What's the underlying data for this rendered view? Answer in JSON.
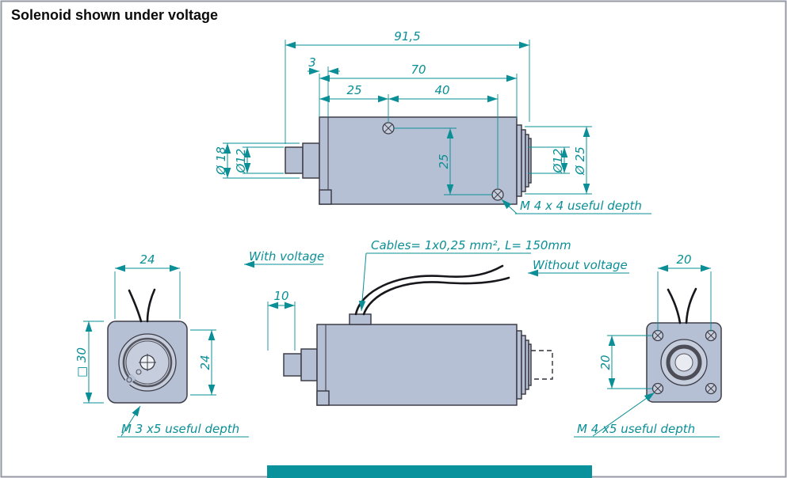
{
  "title": "Solenoid shown under voltage",
  "colors": {
    "dimension_accent": "#0a8f96",
    "body_fill": "#b6c0d4",
    "outline": "#3e3e48",
    "footer_bar": "#0a929c"
  },
  "top_view": {
    "overall_length": "91,5",
    "plate_thickness": "3",
    "body_length": "70",
    "screw_offset": "25",
    "screw_spacing": "40",
    "shaft_diameter": "Ø 18",
    "plunger_diameter": "Ø12",
    "vertical_screw_spacing": "25",
    "bore_diameter": "Ø12",
    "end_diameter": "Ø 25",
    "thread_note": "M 4 x 4 useful depth"
  },
  "front_view": {
    "width": "24",
    "square_size": "□ 30",
    "height": "24",
    "thread_note": "M 3 x5 useful depth"
  },
  "side_view": {
    "with_voltage": "With voltage",
    "stroke": "10",
    "cable_note": "Cables= 1x0,25 mm², L= 150mm",
    "without_voltage": "Without voltage"
  },
  "back_view": {
    "width": "20",
    "height": "20",
    "thread_note": "M 4 x5 useful depth"
  }
}
